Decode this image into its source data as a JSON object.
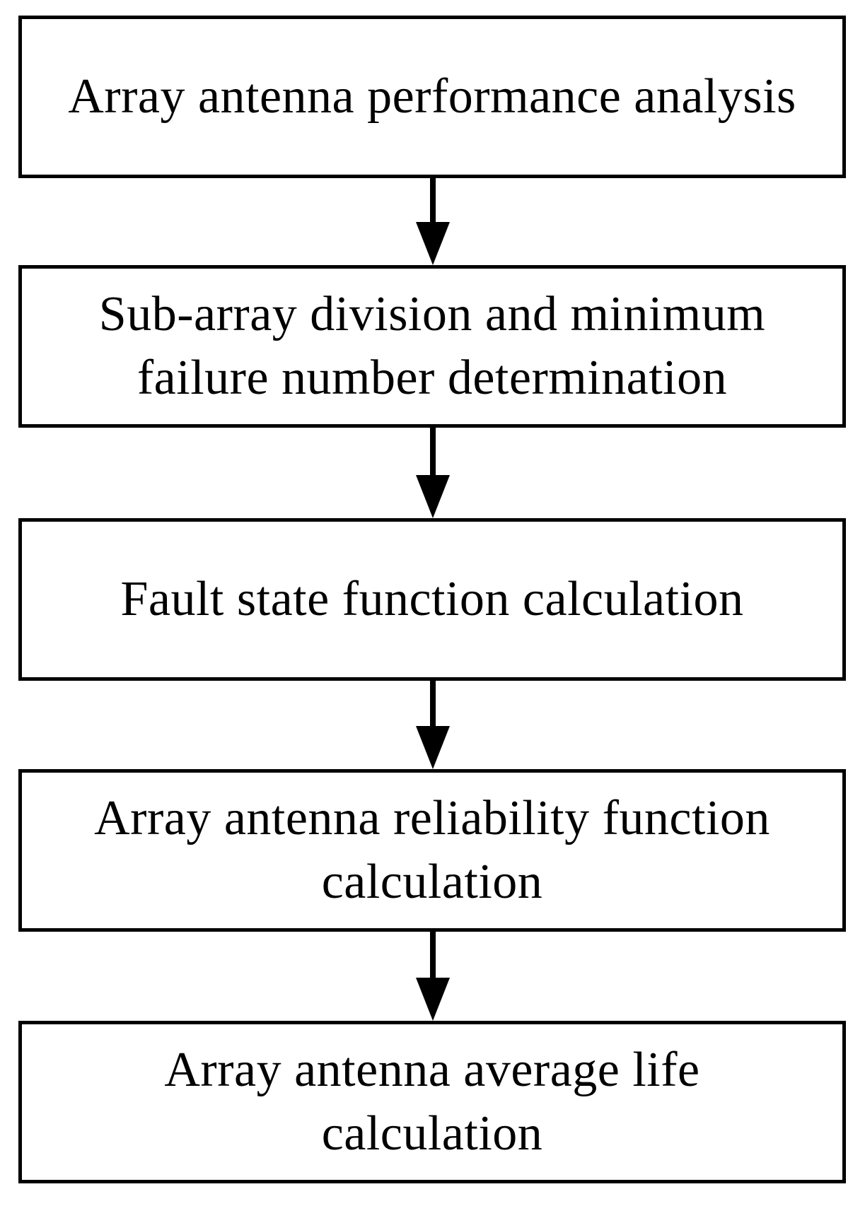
{
  "flowchart": {
    "steps": [
      {
        "label": "Array antenna performance analysis"
      },
      {
        "label": "Sub-array division  and minimum\nfailure number determination"
      },
      {
        "label": "Fault state function calculation"
      },
      {
        "label": "Array antenna reliability function\ncalculation"
      },
      {
        "label": "Array antenna average life\ncalculation"
      }
    ],
    "colors": {
      "stroke": "#000000",
      "background": "#ffffff"
    }
  }
}
